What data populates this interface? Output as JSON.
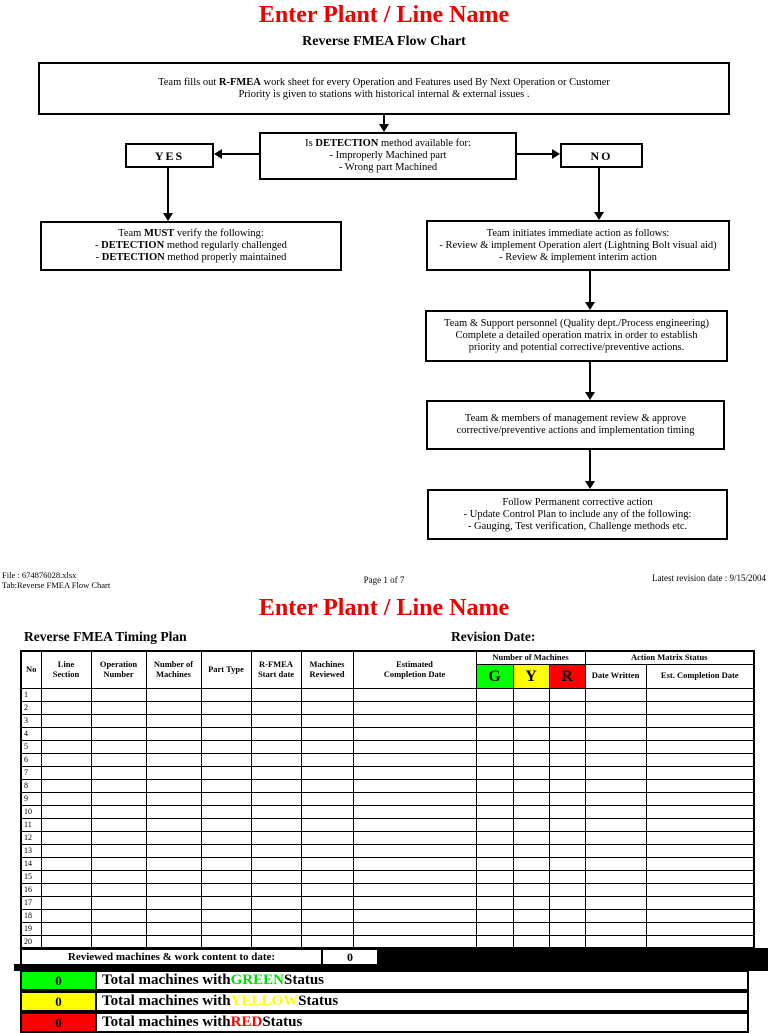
{
  "colors": {
    "title_red": "#ee0000",
    "green": "#00ff00",
    "yellow": "#ffff00",
    "red": "#ff0000",
    "green_text": "#00dd00",
    "yellow_text": "#ffff00",
    "red_text": "#ff0000"
  },
  "page1": {
    "title": "Enter Plant / Line Name",
    "subtitle": "Reverse FMEA Flow Chart",
    "intro": {
      "lines": [
        [
          {
            "t": "Team fills out ",
            "b": 0
          },
          {
            "t": "R-FMEA",
            "b": 1
          },
          {
            "t": " work sheet for every Operation and Features used By Next Operation or Customer",
            "b": 0
          }
        ],
        [
          {
            "t": "Priority is given to stations with historical internal & external issues .",
            "b": 0
          }
        ]
      ]
    },
    "decision": {
      "lines": [
        [
          {
            "t": "Is ",
            "b": 0
          },
          {
            "t": "DETECTION",
            "b": 1
          },
          {
            "t": " method available for:",
            "b": 0
          }
        ],
        [
          {
            "t": "- Improperly Machined part",
            "b": 0
          }
        ],
        [
          {
            "t": "- Wrong part Machined",
            "b": 0
          }
        ]
      ]
    },
    "yes_label": "YES",
    "no_label": "NO",
    "verify": {
      "lines": [
        [
          {
            "t": "Team ",
            "b": 0
          },
          {
            "t": "MUST",
            "b": 1
          },
          {
            "t": " verify the following:",
            "b": 0
          }
        ],
        [
          {
            "t": "- ",
            "b": 0
          },
          {
            "t": "DETECTION",
            "b": 1
          },
          {
            "t": " method regularly challenged",
            "b": 0
          }
        ],
        [
          {
            "t": "- ",
            "b": 0
          },
          {
            "t": "DETECTION",
            "b": 1
          },
          {
            "t": " method properly maintained",
            "b": 0
          }
        ]
      ]
    },
    "immediate": {
      "lines": [
        [
          {
            "t": "Team initiates immediate action as follows:",
            "b": 0
          }
        ],
        [
          {
            "t": "- Review & implement Operation alert (Lightning Bolt visual aid)",
            "b": 0
          }
        ],
        [
          {
            "t": "- Review & implement interim action",
            "b": 0
          }
        ]
      ]
    },
    "support": {
      "lines": [
        [
          {
            "t": "Team & Support personnel (Quality dept./Process engineering)",
            "b": 0
          }
        ],
        [
          {
            "t": "Complete a detailed operation matrix in order to establish",
            "b": 0
          }
        ],
        [
          {
            "t": "priority and potential corrective/preventive actions.",
            "b": 0
          }
        ]
      ]
    },
    "management": {
      "lines": [
        [
          {
            "t": "Team & members of management review & approve",
            "b": 0
          }
        ],
        [
          {
            "t": "corrective/preventive actions and implementation timing",
            "b": 0
          }
        ]
      ]
    },
    "permanent": {
      "lines": [
        [
          {
            "t": "Follow Permanent corrective action",
            "b": 0
          }
        ],
        [
          {
            "t": "- Update Control Plan to include any of the following:",
            "b": 0
          }
        ],
        [
          {
            "t": "- Gauging, Test verification, Challenge methods etc.",
            "b": 0
          }
        ]
      ]
    },
    "footer": {
      "file": "File : 674876028.xlsx",
      "tab": "Tab:Reverse FMEA Flow Chart",
      "page": "Page 1 of 7",
      "revision": "Latest revision date : 9/15/2004"
    }
  },
  "page2": {
    "title": "Enter Plant / Line Name",
    "plan_title": "Reverse FMEA Timing Plan",
    "revision_label": "Revision Date:",
    "table": {
      "columns": [
        "No",
        "Line\nSection",
        "Operation\nNumber",
        "Number of\nMachines",
        "Part Type",
        "R-FMEA\nStart date",
        "Machines\nReviewed",
        "Estimated\nCompletion Date"
      ],
      "group_machines": "Number of Machines",
      "group_action": "Action Matrix Status",
      "gyr": [
        {
          "label": "G",
          "bg": "#00ff00"
        },
        {
          "label": "Y",
          "bg": "#ffff00"
        },
        {
          "label": "R",
          "bg": "#ff0000"
        }
      ],
      "action_cols": [
        "Date Written",
        "Est. Completion Date"
      ],
      "row_numbers": [
        "1",
        "2",
        "3",
        "4",
        "5",
        "6",
        "7",
        "8",
        "9",
        "10",
        "11",
        "12",
        "13",
        "14",
        "15",
        "16",
        "17",
        "18",
        "19",
        "20"
      ]
    },
    "summary": {
      "reviewed_label": "Reviewed machines & work content to date:",
      "reviewed_value": "0",
      "rows": [
        {
          "value": "0",
          "cell_bg": "#00ff00",
          "pre": "Total machines with ",
          "word": "GREEN",
          "word_color": "#00dd00",
          "post": " Status"
        },
        {
          "value": "0",
          "cell_bg": "#ffff00",
          "pre": "Total machines with ",
          "word": "YELLOW",
          "word_color": "#ffff00",
          "post": " Status"
        },
        {
          "value": "0",
          "cell_bg": "#ff0000",
          "pre": "Total machines with ",
          "word": "RED",
          "word_color": "#ff0000",
          "post": " Status"
        }
      ]
    }
  }
}
